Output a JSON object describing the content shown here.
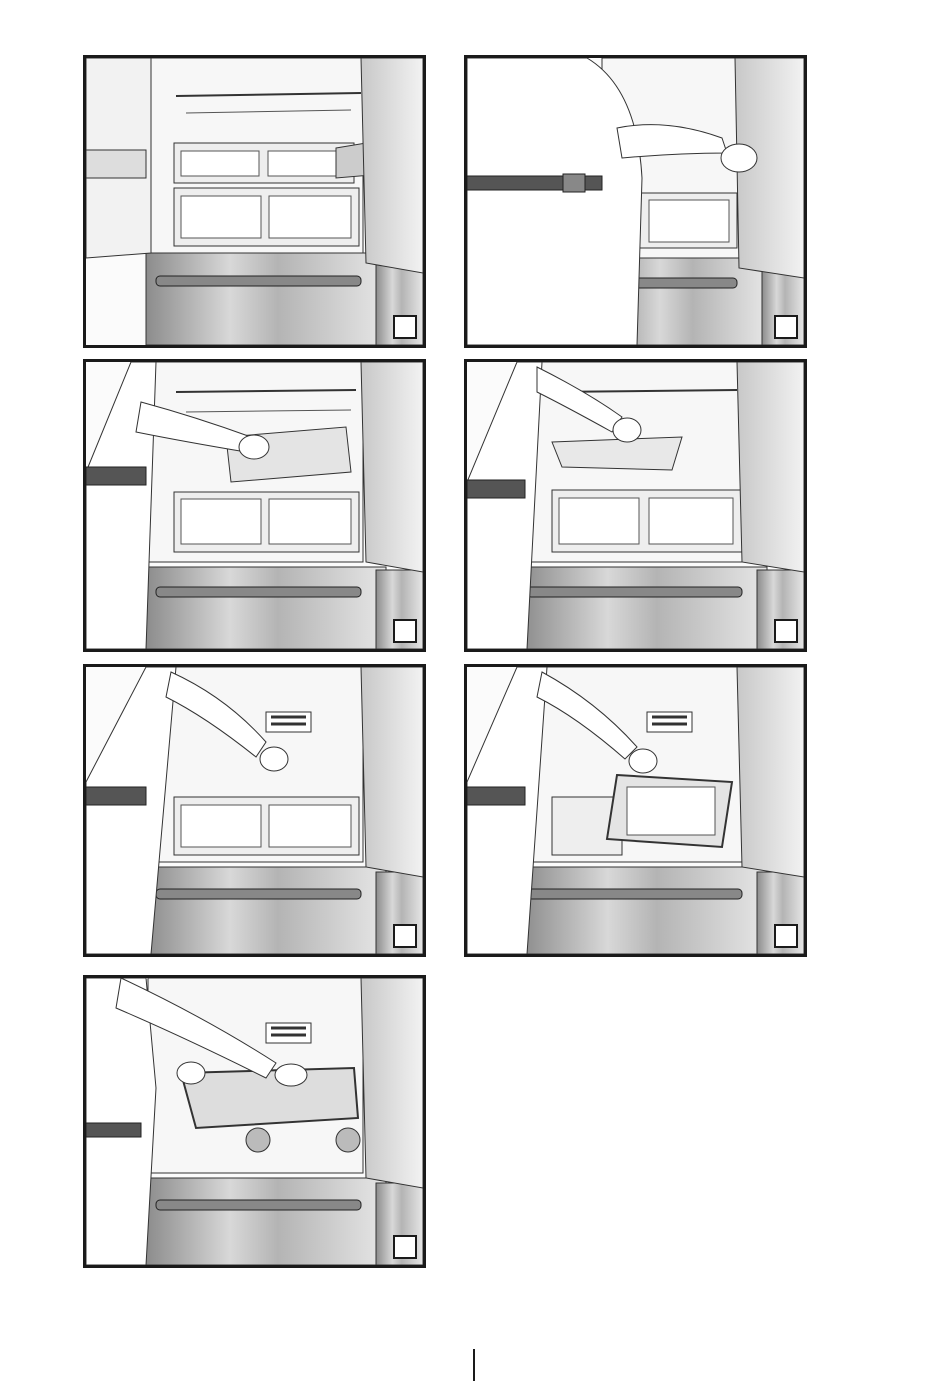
{
  "panels": [
    {
      "id": "step-1",
      "label": ""
    },
    {
      "id": "step-2",
      "label": ""
    },
    {
      "id": "step-3",
      "label": ""
    },
    {
      "id": "step-4",
      "label": ""
    },
    {
      "id": "step-5",
      "label": ""
    },
    {
      "id": "step-6",
      "label": ""
    },
    {
      "id": "step-7",
      "label": ""
    }
  ],
  "page_number": ""
}
